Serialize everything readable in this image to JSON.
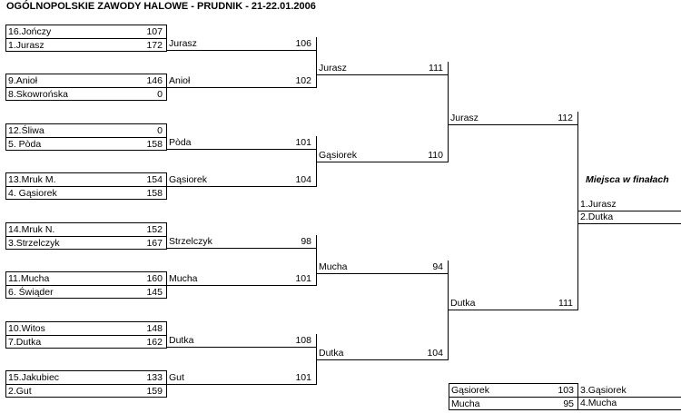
{
  "title": "OGÓLNOPOLSKIE ZAWODY HALOWE -  PRUDNIK  - 21-22.01.2006",
  "round1": [
    [
      {
        "name": "16.Jończy",
        "score": "107"
      },
      {
        "name": "1.Jurasz",
        "score": "172"
      }
    ],
    [
      {
        "name": "9.Anioł",
        "score": "146"
      },
      {
        "name": "8.Skowrońska",
        "score": "0"
      }
    ],
    [
      {
        "name": "12.Śliwa",
        "score": "0"
      },
      {
        "name": "5. Pòda",
        "score": "158"
      }
    ],
    [
      {
        "name": "13.Mruk M.",
        "score": "154"
      },
      {
        "name": "4. Gąsiorek",
        "score": "158"
      }
    ],
    [
      {
        "name": "14.Mruk N.",
        "score": "152"
      },
      {
        "name": "3.Strzelczyk",
        "score": "167"
      }
    ],
    [
      {
        "name": "11.Mucha",
        "score": "160"
      },
      {
        "name": "6. Świąder",
        "score": "145"
      }
    ],
    [
      {
        "name": "10.Witos",
        "score": "148"
      },
      {
        "name": "7.Dutka",
        "score": "162"
      }
    ],
    [
      {
        "name": "15.Jakubiec",
        "score": "133"
      },
      {
        "name": "2.Gut",
        "score": "159"
      }
    ]
  ],
  "round2": [
    {
      "name": "Jurasz",
      "score": "106"
    },
    {
      "name": "Anioł",
      "score": "102"
    },
    {
      "name": "Pòda",
      "score": "101"
    },
    {
      "name": "Gąsiorek",
      "score": "104"
    },
    {
      "name": "Strzelczyk",
      "score": "98"
    },
    {
      "name": "Mucha",
      "score": "101"
    },
    {
      "name": "Dutka",
      "score": "108"
    },
    {
      "name": "Gut",
      "score": "101"
    }
  ],
  "round3": [
    {
      "name": "Jurasz",
      "score": "111"
    },
    {
      "name": "Gąsiorek",
      "score": "110"
    },
    {
      "name": "Mucha",
      "score": "94"
    },
    {
      "name": "Dutka",
      "score": "104"
    }
  ],
  "semis": [
    {
      "name": "Jurasz",
      "score": "112"
    },
    {
      "name": "Dutka",
      "score": "111"
    }
  ],
  "final_heading": "Miejsca w finałach",
  "final_places": [
    "1.Jurasz",
    "2.Dutka"
  ],
  "bronze": [
    {
      "name": "Gąsiorek",
      "score": "103",
      "place": "3.Gąsiorek"
    },
    {
      "name": "Mucha",
      "score": "95",
      "place": "4.Mucha"
    }
  ]
}
